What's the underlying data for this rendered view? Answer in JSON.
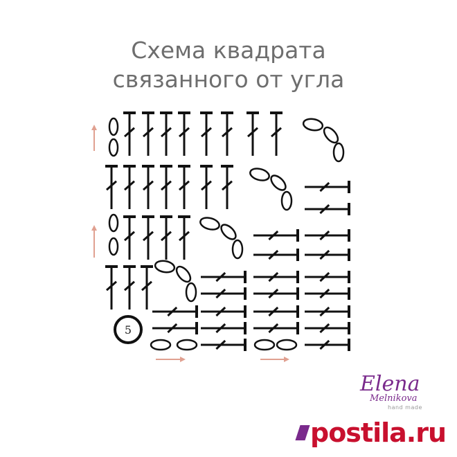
{
  "title": {
    "line1": "Схема квадрата",
    "line2": "связанного от угла"
  },
  "start_label": "5",
  "logo": {
    "name_line1": "Elena",
    "name_line2": "Melnikova",
    "tagline": "hand made"
  },
  "watermark": {
    "text": "postila.ru"
  },
  "colors": {
    "stitch": "#111111",
    "arrow": "#e0a090",
    "title": "#6e6e6e",
    "logo": "#7a2a8c",
    "watermark": "#c8102e"
  },
  "icons": [
    "chain-stitch-icon",
    "double-crochet-icon",
    "arrow-up-icon",
    "arrow-right-icon",
    "magic-ring-icon"
  ]
}
